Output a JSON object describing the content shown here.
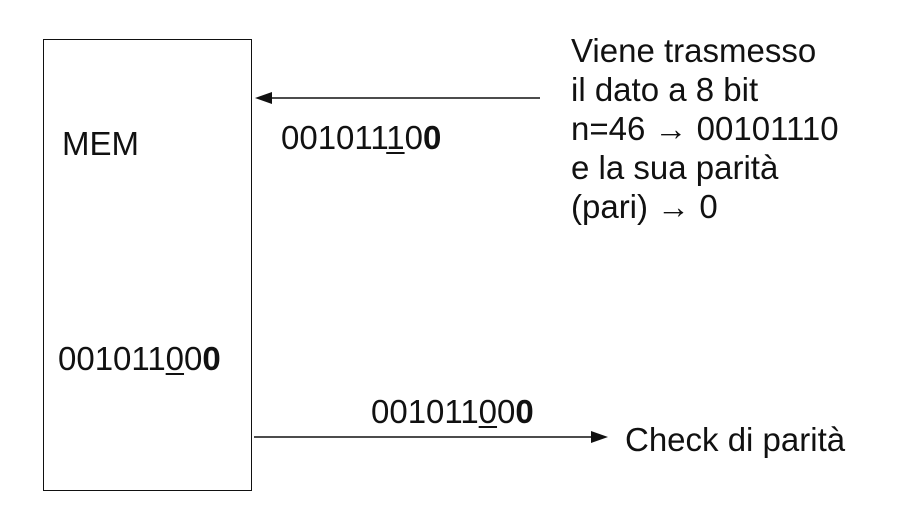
{
  "memory": {
    "label": "MEM",
    "stored_word": {
      "prefix": "001011",
      "underlined": "0",
      "middle": "0",
      "parity_bit": "0"
    }
  },
  "incoming": {
    "word": {
      "prefix": "001011",
      "underlined": "1",
      "middle": "0",
      "parity_bit": "0"
    }
  },
  "outgoing": {
    "word": {
      "prefix": "001011",
      "underlined": "0",
      "middle": "0",
      "parity_bit": "0"
    },
    "target_label": "Check di parità"
  },
  "description": {
    "line1": "Viene trasmesso",
    "line2": "il dato a 8 bit",
    "line3": "n=46 → 00101110",
    "line4": "e la sua parità",
    "line5": "(pari) → 0"
  }
}
